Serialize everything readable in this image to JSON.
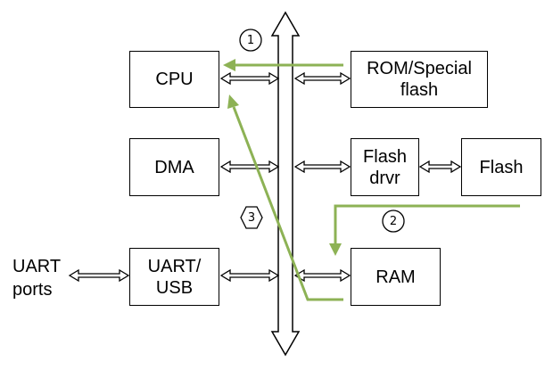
{
  "blocks": {
    "cpu": "CPU",
    "rom": "ROM/Special\nflash",
    "dma": "DMA",
    "flash_drvr": "Flash\ndrvr",
    "flash": "Flash",
    "uart_usb": "UART/\nUSB",
    "ram": "RAM"
  },
  "external": {
    "uart_ports": "UART\nports"
  },
  "steps": {
    "one": "1",
    "two": "2",
    "three": "3"
  },
  "colors": {
    "flow_arrow": "#8DB255",
    "outline": "#000000"
  }
}
